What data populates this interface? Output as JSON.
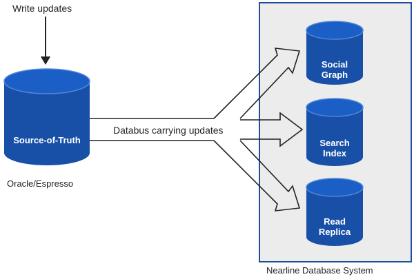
{
  "diagram": {
    "write_updates_label": "Write updates",
    "source": {
      "label": "Source-of-Truth",
      "caption": "Oracle/Espresso"
    },
    "databus_label": "Databus carrying updates",
    "nearline": {
      "label": "Nearline Database System",
      "stores": [
        {
          "line1": "Social",
          "line2": "Graph"
        },
        {
          "line1": "Search",
          "line2": "Index"
        },
        {
          "line1": "Read",
          "line2": "Replica"
        }
      ]
    },
    "colors": {
      "cylinder_fill": "#1850a8",
      "cylinder_top": "#1a5ec6",
      "cylinder_rim": "#4f86d8",
      "panel_fill": "#ececec",
      "panel_border": "#1d4e9c",
      "line": "#222222"
    }
  }
}
